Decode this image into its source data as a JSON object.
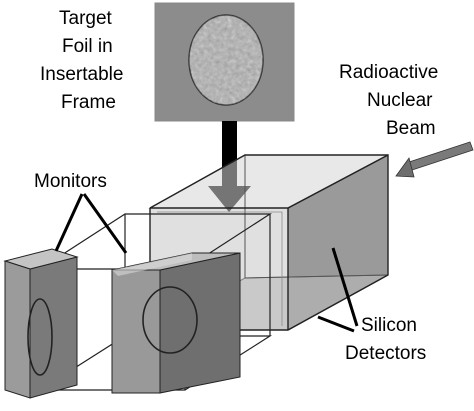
{
  "labels": {
    "target": [
      "Target",
      "Foil in",
      "Insertable",
      "Frame"
    ],
    "beam": [
      "Radioactive",
      "Nuclear",
      "Beam"
    ],
    "monitors": [
      "Monitors"
    ],
    "silicon": [
      "Silicon",
      "Detectors"
    ]
  }
}
